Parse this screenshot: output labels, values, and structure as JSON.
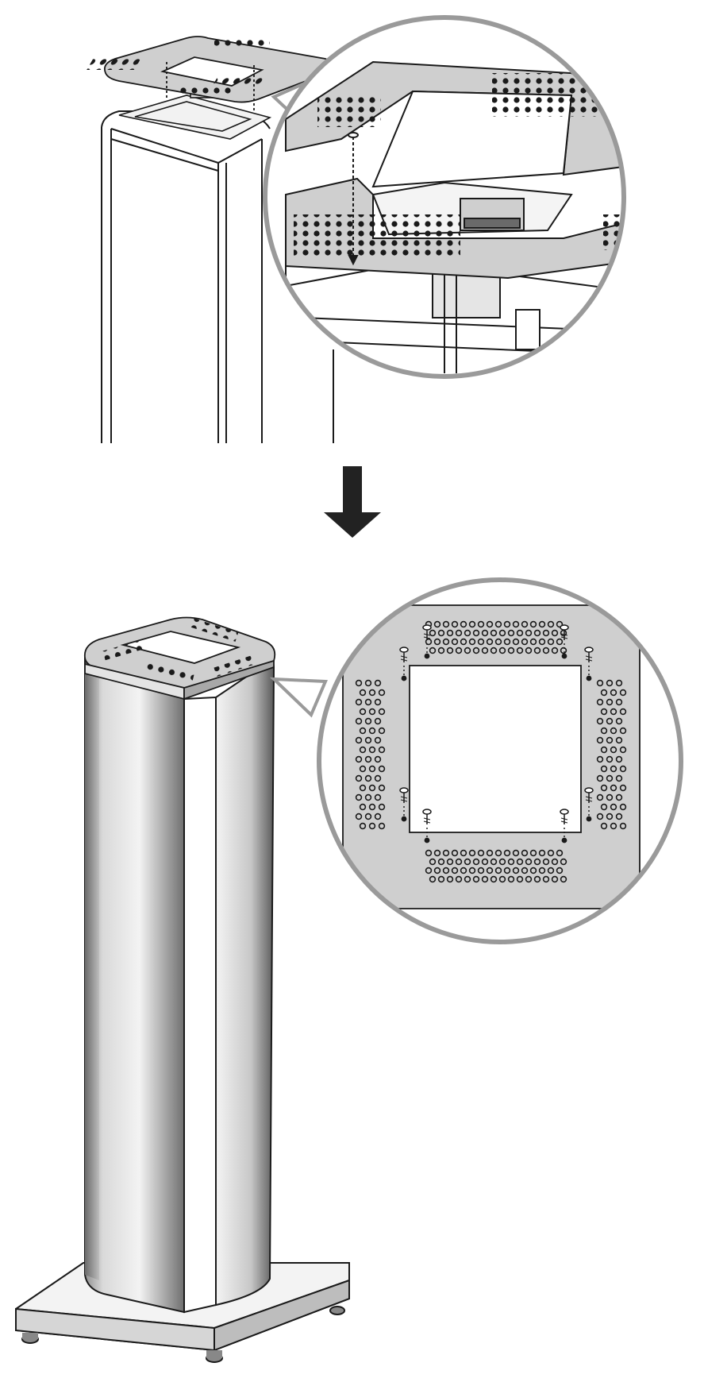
{
  "diagram": {
    "steps": [
      {
        "name": "place-top-plate",
        "plate_hole_columns_per_side": 10
      },
      {
        "name": "plate-installed",
        "screw_count": 8
      }
    ],
    "colors": {
      "line": "#1a1a1a",
      "metal_light": "#e9e9e9",
      "metal_mid": "#bdbdbd",
      "metal_dark": "#5e5e5e",
      "plate": "#cfcfcf",
      "magnifier_ring": "#9a9a9a",
      "arrow": "#222222",
      "background": "#ffffff"
    },
    "icons": [
      "down-arrow-icon",
      "screw-icon",
      "magnifier-callout"
    ]
  }
}
